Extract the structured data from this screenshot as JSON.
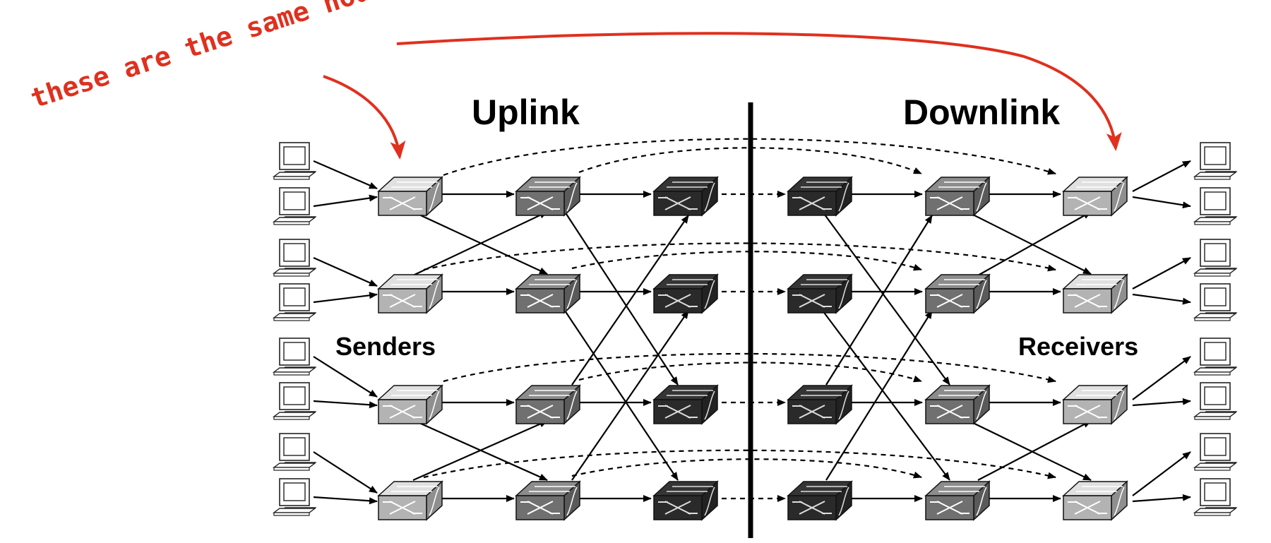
{
  "titles": {
    "uplink": "Uplink",
    "downlink": "Downlink"
  },
  "labels": {
    "senders": "Senders",
    "receivers": "Receivers"
  },
  "annotation": {
    "text": "these are the same node",
    "color": "#e0301e"
  },
  "colors": {
    "edge_switch": "#b3b3b3",
    "aggregation_switch": "#707070",
    "core_switch": "#2a2a2a",
    "link": "#000000"
  },
  "icons": {
    "host": "computer-icon",
    "switch": "switch-icon"
  }
}
